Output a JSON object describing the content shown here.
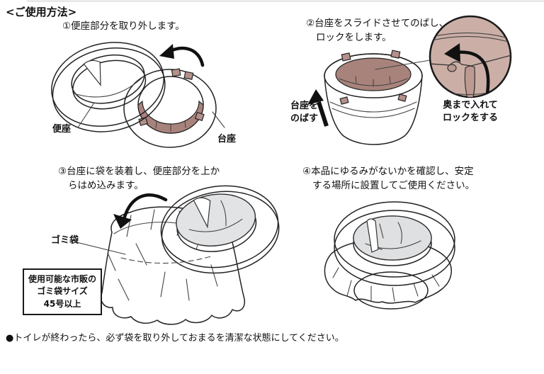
{
  "page": {
    "title": "<ご使用方法>",
    "footer_note": "●トイレが終わったら、必ず袋を取り外しておまるを清潔な状態にしてください。"
  },
  "steps": {
    "s1": {
      "caption": "①便座部分を取り外します。",
      "label_seat": "便座",
      "label_base": "台座"
    },
    "s2": {
      "caption_line1": "②台座をスライドさせてのばし、",
      "caption_line2": "ロックをします。",
      "label_extend_line1": "台座を",
      "label_extend_line2": "のばす",
      "label_lock_line1": "奥まで入れて",
      "label_lock_line2": "ロックをする"
    },
    "s3": {
      "caption_line1": "③台座に袋を装着し、便座部分を上か",
      "caption_line2": "らはめ込みます。",
      "label_bag": "ゴミ袋",
      "notebox_line1": "使用可能な市販の",
      "notebox_line2": "ゴミ袋サイズ",
      "notebox_line3": "45号以上"
    },
    "s4": {
      "caption_line1": "④本品にゆるみがないかを確認し、安定",
      "caption_line2": "する場所に設置してご使用ください。"
    }
  },
  "colors": {
    "base_brown": "#b5908a",
    "base_brown_dark": "#a8837c",
    "detail_circle_bg": "#cbafa6",
    "lock_tab": "#bd9a91",
    "bag_gray": "#d9dadc",
    "seat_white": "#ffffff",
    "outline": "#222222"
  }
}
